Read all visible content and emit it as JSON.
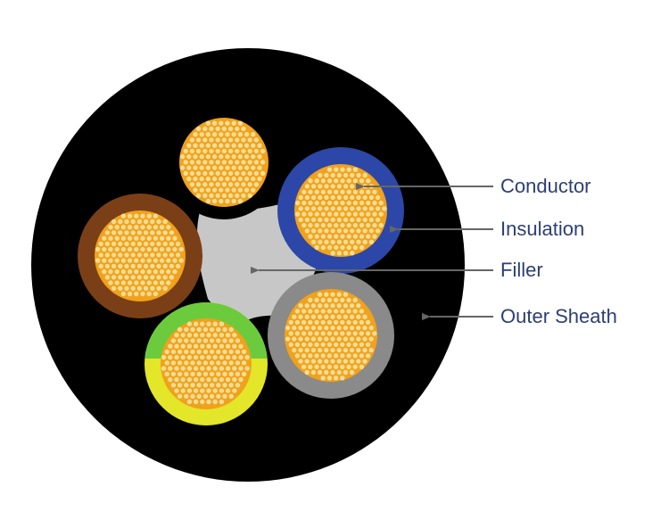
{
  "labels": {
    "conductor": "Conductor",
    "insulation": "Insulation",
    "filler": "Filler",
    "outer_sheath": "Outer Sheath"
  },
  "cores": [
    {
      "name": "black",
      "insulation_color": "#000000"
    },
    {
      "name": "blue",
      "insulation_color": "#2c47a7"
    },
    {
      "name": "brown",
      "insulation_color": "#7b3f17"
    },
    {
      "name": "grey",
      "insulation_color": "#8a8a8a"
    },
    {
      "name": "green-yellow",
      "insulation_color": "#e3e629",
      "stripe_color": "#6ccb3c"
    }
  ],
  "colors": {
    "outer_sheath": "#000000",
    "filler": "#c7c7c7",
    "conductor_base": "#f0a21c",
    "conductor_strand": "#f7dc93",
    "label_text": "#2d3f73",
    "leader_line": "#666666"
  }
}
